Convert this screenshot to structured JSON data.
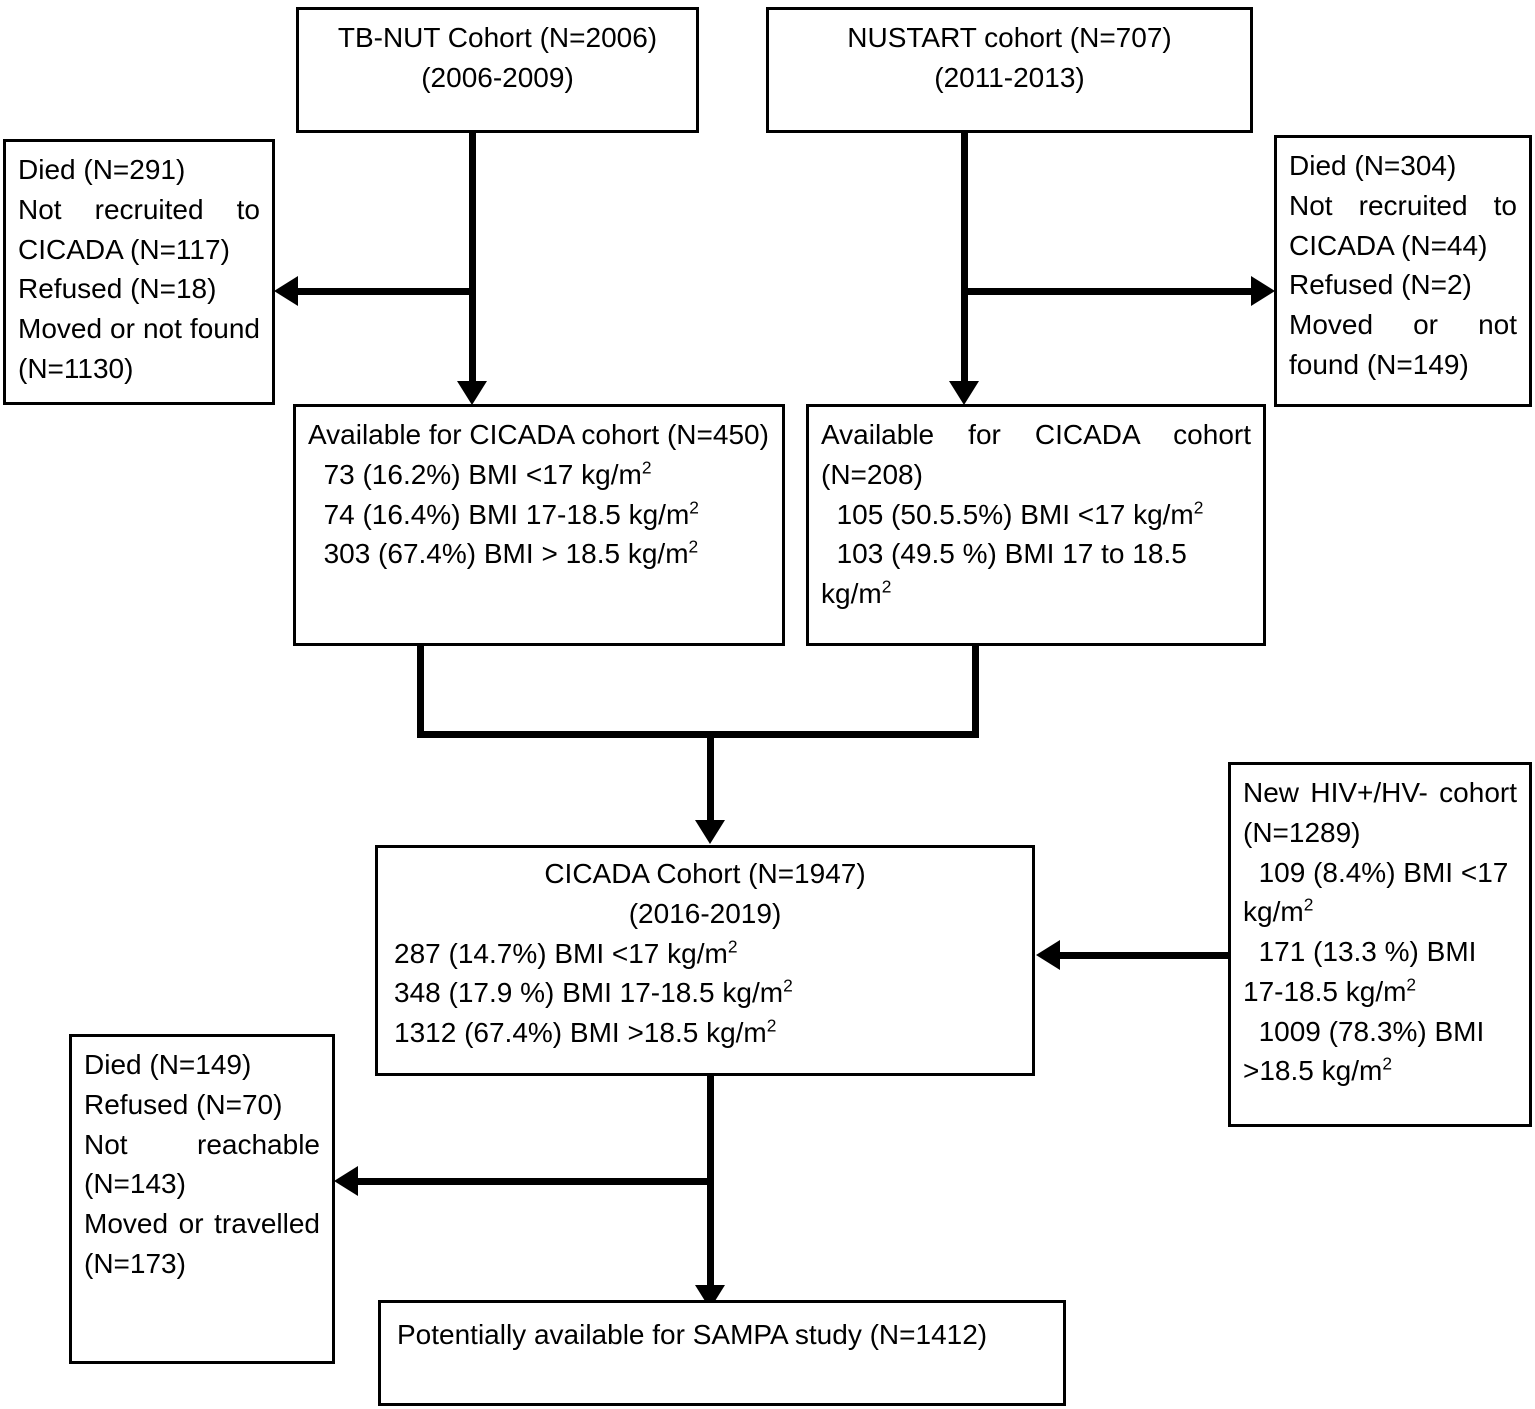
{
  "diagram": {
    "title": "Study cohort flow diagram",
    "line_color": "#000000",
    "box_fill": "#ffffff"
  },
  "nodes": {
    "tb_nut": {
      "line1": "TB-NUT Cohort (N=2006)",
      "line2": "(2006-2009)"
    },
    "nustart": {
      "line1": "NUSTART cohort (N=707)",
      "line2": "(2011-2013)"
    },
    "excl_left_top": {
      "line1": "Died (N=291)",
      "line2": "Not recruited to CICADA (N=117)",
      "line3": "Refused (N=18)",
      "line4": "Moved or not found (N=1130)"
    },
    "excl_right_top": {
      "line1": "Died (N=304)",
      "line2": "Not recruited to CICADA (N=44)",
      "line3": "Refused (N=2)",
      "line4": "Moved or not found (N=149)"
    },
    "avail_450": {
      "line1": "Available for CICADA cohort (N=450)",
      "line2_pre": "73 (16.2%) BMI <17 kg/m",
      "line2_sup": "2",
      "line3_pre": "74 (16.4%) BMI 17-18.5 kg/m",
      "line3_sup": "2",
      "line4_pre": "303 (67.4%) BMI > 18.5 kg/m",
      "line4_sup": "2"
    },
    "avail_208": {
      "line1": "Available for CICADA cohort (N=208)",
      "line2_pre": "105 (50.5.5%) BMI <17 kg/m",
      "line2_sup": "2",
      "line3_pre": "103 (49.5 %) BMI 17 to 18.5 kg/m",
      "line3_sup": "2"
    },
    "cicada": {
      "line1": "CICADA Cohort (N=1947)",
      "line2": "(2016-2019)",
      "line3_pre": "287 (14.7%) BMI <17 kg/m",
      "line3_sup": "2",
      "line4_pre": "348 (17.9 %) BMI 17-18.5 kg/m",
      "line4_sup": "2",
      "line5_pre": "1312 (67.4%) BMI >18.5 kg/m",
      "line5_sup": "2"
    },
    "new_hiv": {
      "line1": "New HIV+/HV- cohort (N=1289)",
      "line2_pre": "109 (8.4%) BMI <17 kg/m",
      "line2_sup": "2",
      "line3_pre": "171 (13.3 %) BMI 17-18.5 kg/m",
      "line3_sup": "2",
      "line4_pre": "1009 (78.3%) BMI >18.5 kg/m",
      "line4_sup": "2"
    },
    "excl_bottom_left": {
      "line1": "Died (N=149)",
      "line2": "Refused (N=70)",
      "line3": "Not reachable (N=143)",
      "line4": "Moved or travelled (N=173)"
    },
    "sampa": {
      "line1": "Potentially available for SAMPA study (N=1412)"
    }
  },
  "connectors": {
    "tb_nut_down": "arrow-down-to-available-450",
    "tb_nut_to_excl_left": "arrow-left-to-exclusions-tbnut",
    "nustart_down": "arrow-down-to-available-208",
    "nustart_to_excl_right": "arrow-right-to-exclusions-nustart",
    "merge_to_cicada": "merge-arrow-down-to-cicada",
    "new_hiv_to_cicada": "arrow-left-into-cicada",
    "cicada_down": "arrow-down-to-sampa",
    "cicada_to_excl_bottom": "arrow-left-to-exclusions-followup"
  }
}
